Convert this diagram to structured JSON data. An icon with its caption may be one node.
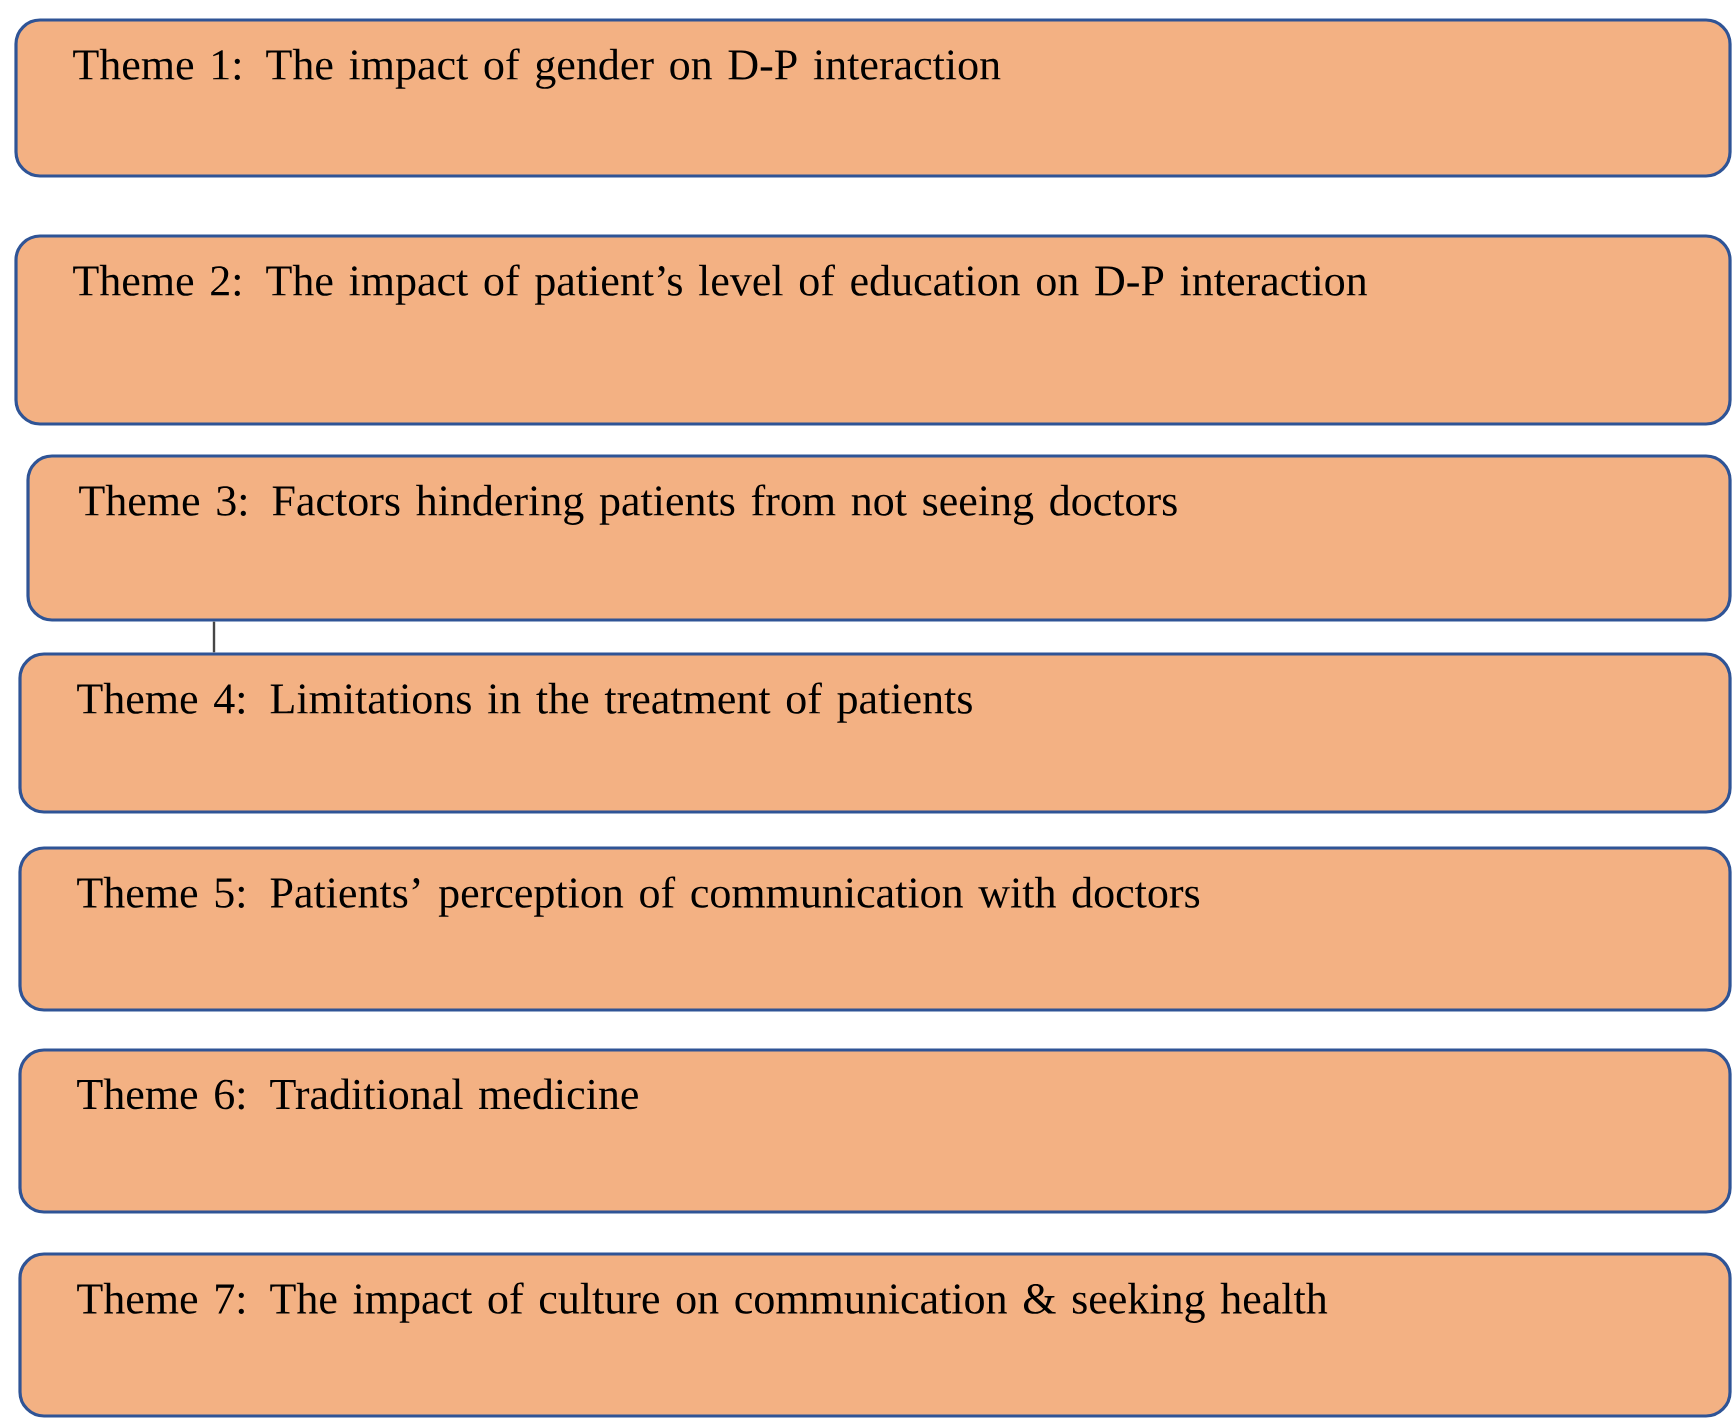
{
  "diagram": {
    "nodes": [
      {
        "text": [
          "Theme 1: The impact of gender on D-P interaction"
        ]
      },
      {
        "text": [
          "Theme 2: The impact of patient’s level of education on D-P interaction"
        ]
      },
      {
        "text": [
          "Theme 3: Factors hindering patients from not seeing doctors"
        ]
      },
      {
        "text": [
          "Theme 4: Limitations in the treatment of patients"
        ]
      },
      {
        "text": [
          "Theme 5: Patients’ perception of communication with doctors"
        ]
      },
      {
        "text": [
          "Theme 6: Traditional medicine"
        ]
      },
      {
        "text": [
          "Theme 7: The impact of culture on communication & seeking health"
        ]
      }
    ],
    "edges": [
      {
        "from": 2,
        "to": 3,
        "arrow": "none"
      }
    ]
  }
}
